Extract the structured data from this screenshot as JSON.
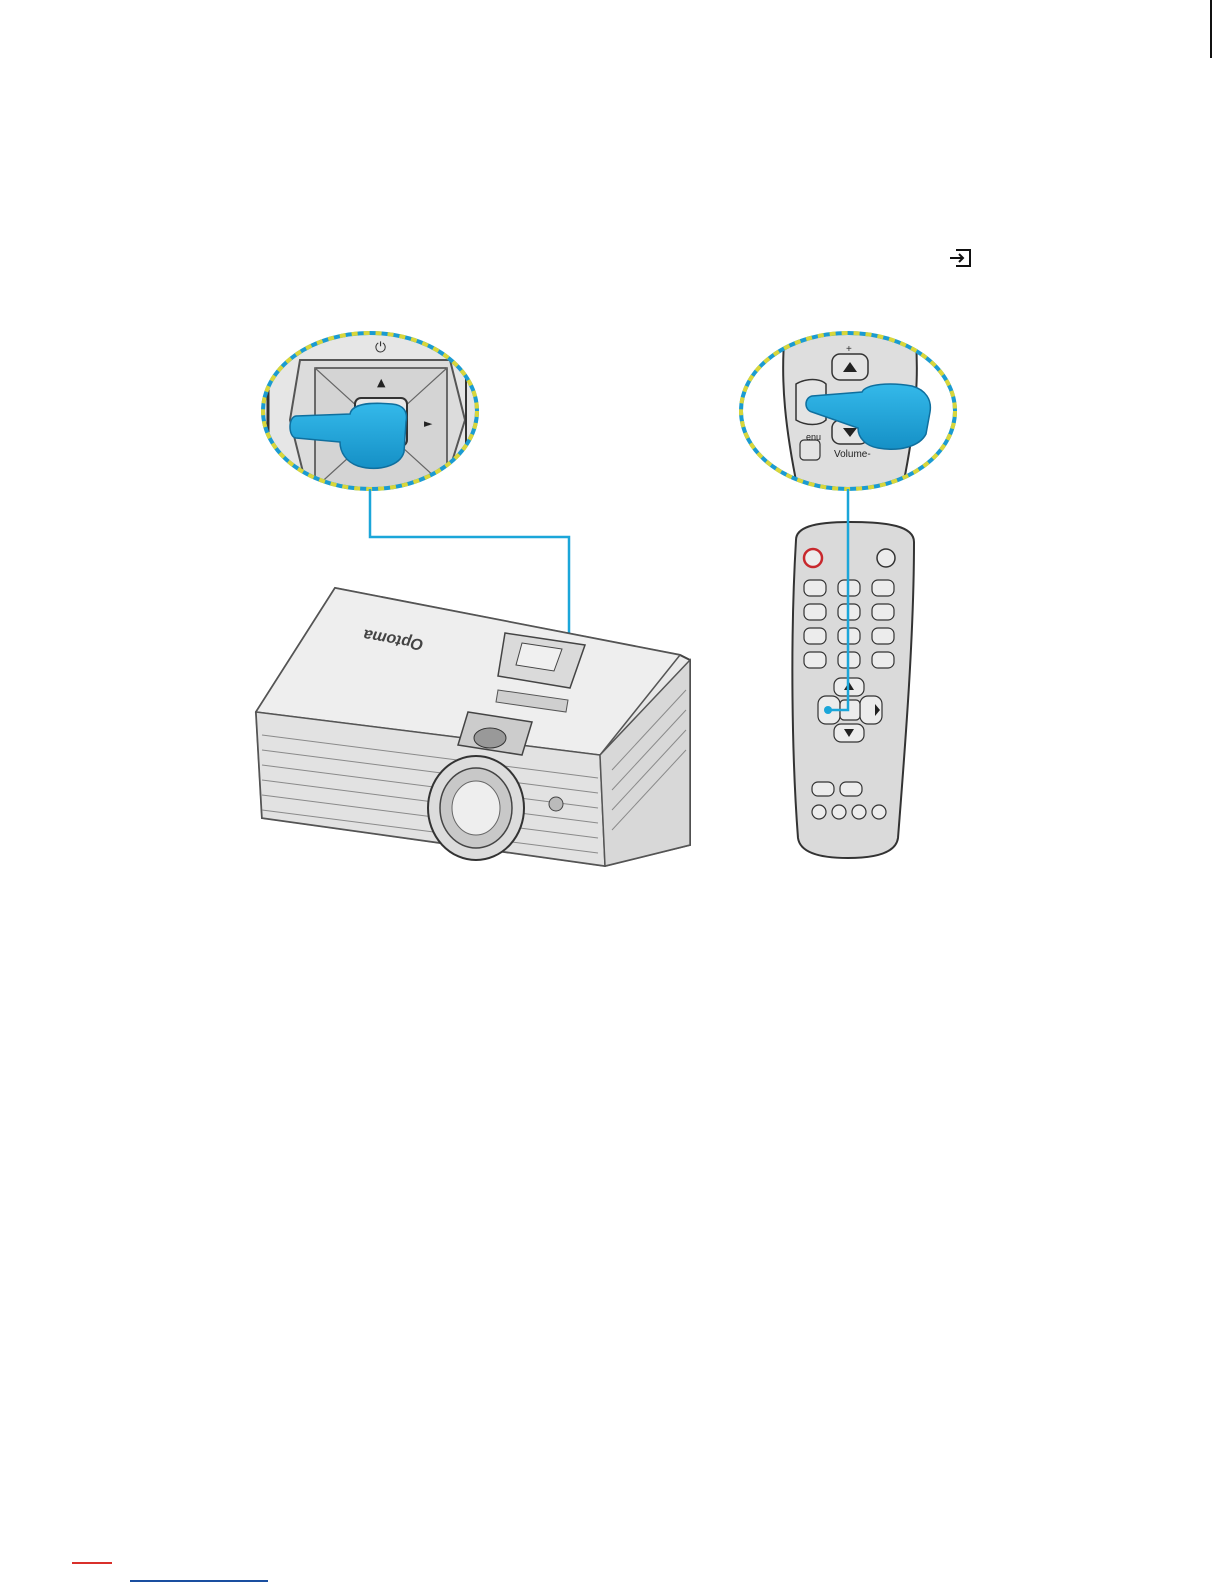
{
  "page": {
    "icons": {
      "source": "source-input-icon",
      "power": "power-icon",
      "pointing_hand": "pointing-hand-icon"
    },
    "colors": {
      "highlight_blue": "#1ba6d9",
      "callout_dash_yellow": "#d9d63a",
      "callout_dash_blue": "#1b9bd1",
      "footer_red": "#d9302b",
      "footer_blue": "#1a4fa0",
      "power_red": "#c8282d"
    }
  },
  "projector": {
    "brand_label": "Optoma",
    "keypad_labels": {
      "power": "⏻",
      "up": "▲",
      "right": "►"
    }
  },
  "remote": {
    "zoom_labels": {
      "menu": "enu",
      "volume": "Volume-",
      "plus": "+"
    }
  }
}
